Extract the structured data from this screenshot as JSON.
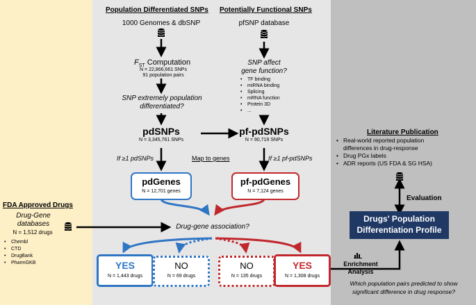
{
  "left": {
    "title": "FDA Approved Drugs",
    "db_name_line1": "Drug-Gene",
    "db_name_line2": "databases",
    "count": "N = 1,512 drugs",
    "sources": [
      "Chembl",
      "CTD",
      "DrugBank",
      "PharmGKB"
    ]
  },
  "mid": {
    "col1_title": "Population Differentiated SNPs",
    "col2_title": "Potentially Functional SNPs",
    "genomes": "1000 Genomes & dbSNP",
    "pfsnp_db": "pfSNP database",
    "fst_f": "F",
    "fst_sub": "ST",
    "fst_rest": " Computation",
    "fst_n": "N = 22,866,661 SNPs",
    "fst_pairs": "91 population pairs",
    "q1_line1": "SNP extremely population",
    "q1_line2": "differentiated?",
    "q2_line1": "SNP affect",
    "q2_line2": "gene function?",
    "functions": [
      "TF binding",
      "miRNA binding",
      "Splicing",
      "mRNA function",
      "Protein 3D",
      "..."
    ],
    "pdsnps": "pdSNPs",
    "pdsnps_n": "N = 3,345,761 SNPs",
    "pfpdsnps": "pf-pdSNPs",
    "pfpdsnps_n": "N = 90,719 SNPs",
    "if_pd": "If ≥1 pdSNPs",
    "map_genes": "Map to genes",
    "if_pf": "If ≥1 pf-pdSNPs",
    "pdgenes": "pdGenes",
    "pdgenes_n": "N = 12,701 genes",
    "pfpdgenes": "pf-pdGenes",
    "pfpdgenes_n": "N = 7,124 genes",
    "association": "Drug-gene association?"
  },
  "outcomes": [
    {
      "label": "YES",
      "count": "N = 1,443 drugs"
    },
    {
      "label": "NO",
      "count": "N = 69 drugs"
    },
    {
      "label": "NO",
      "count": "N = 135 drugs"
    },
    {
      "label": "YES",
      "count": "N = 1,308 drugs"
    }
  ],
  "right": {
    "lit_title": "Literature Publication",
    "lit_items": [
      "Real-world reported population",
      "differences in drug-response",
      "Drug PGx labels",
      "ADR reports (US FDA & SG HSA)"
    ],
    "evaluation": "Evaluation",
    "profile_line1": "Drugs' Population",
    "profile_line2": "Differentiation Profile",
    "enrichment_line1": "Enrichment",
    "enrichment_line2": "Analysis",
    "question_line1": "Which population pairs predicted to show",
    "question_line2": "significant difference in drug response?"
  },
  "colors": {
    "left_bg": "#fdefc6",
    "mid_bg": "#e6e6e6",
    "right_bg": "#bfbfbf",
    "blue": "#2e75c4",
    "red": "#c0282d",
    "navy": "#1f3864"
  }
}
